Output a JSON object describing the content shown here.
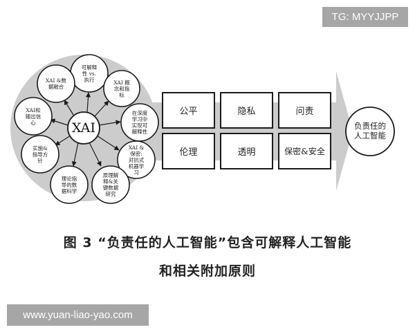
{
  "watermark_top": "TG: MYYJJPP",
  "watermark_bottom": "www.yuan-liao-yao.com",
  "diagram": {
    "center_label": "XAI",
    "satellites": [
      {
        "lines": [
          "可解释",
          "性 vs.",
          "执行"
        ]
      },
      {
        "lines": [
          "XAI 概",
          "念和指",
          "标"
        ]
      },
      {
        "lines": [
          "在深度",
          "学习中",
          "实现可",
          "解释性"
        ]
      },
      {
        "lines": [
          "XAI &",
          "保密:",
          "对抗式",
          "机器学",
          "习"
        ]
      },
      {
        "lines": [
          "原理解",
          "释&关",
          "键数据",
          "研究"
        ]
      },
      {
        "lines": [
          "理论指",
          "导的数",
          "据科学"
        ]
      },
      {
        "lines": [
          "实施&",
          "指导方",
          "针"
        ]
      },
      {
        "lines": [
          "XAI和",
          "输出信",
          "心"
        ]
      },
      {
        "lines": [
          "XAI &数",
          "据融合"
        ]
      }
    ],
    "principles": {
      "row1": [
        "公平",
        "隐私",
        "问责"
      ],
      "row2": [
        "伦理",
        "透明",
        "保密&安全"
      ]
    },
    "result_lines": [
      "负责任的",
      "人工智能"
    ],
    "colors": {
      "gray_fill": "#cccccc",
      "stroke": "#1a1a1a",
      "white": "#ffffff"
    }
  },
  "caption": {
    "line1": "图 3  “负责任的人工智能”包含可解释人工智能",
    "line2": "和相关附加原则"
  }
}
